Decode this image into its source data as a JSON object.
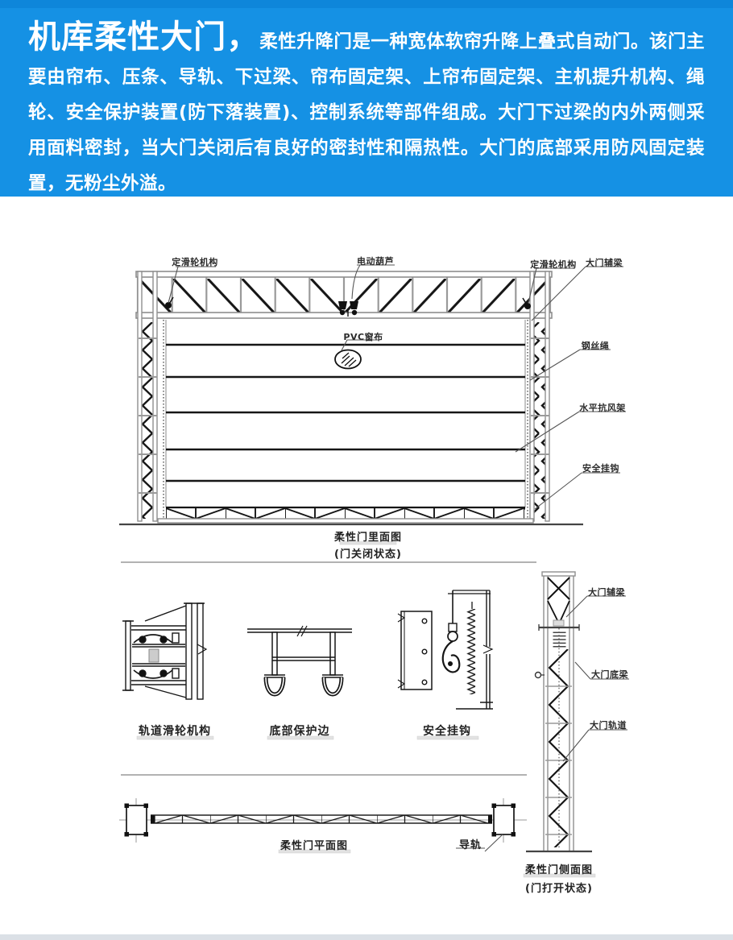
{
  "banner": {
    "title": "机库柔性大门，",
    "body": "柔性升降门是一种宽体软帘升降上叠式自动门。该门主要由帘布、压条、导轨、下过梁、帘布固定架、上帘布固定架、主机提升机构、绳轮、安全保护装置(防下落装置)、控制系统等部件组成。大门下过梁的内外两侧采用面料密封，当大门关闭后有良好的密封性和隔热性。大门的底部采用防风固定装置，无粉尘外溢。"
  },
  "front_view": {
    "label_pulley_left": "定滑轮机构",
    "label_hoist": "电动葫芦",
    "label_pulley_right": "定滑轮机构",
    "label_aux_beam": "大门辅梁",
    "label_pvc_window": "PVC窗布",
    "label_wire_rope": "钢丝绳",
    "label_wind_frame": "水平抗风架",
    "label_safety_hook": "安全挂钩",
    "caption": "柔性门里面图",
    "caption_state": "(门关闭状态)"
  },
  "detail_views": {
    "track_pulley": "轨道滑轮机构",
    "bottom_protect_edge": "底部保护边",
    "safety_hook": "安全挂钩"
  },
  "side_view": {
    "label_aux_beam": "大门辅梁",
    "label_bottom_beam": "大门底梁",
    "label_door_track": "大门轨道",
    "caption": "柔性门侧面图",
    "caption_state": "(门打开状态)"
  },
  "plan_view": {
    "caption": "柔性门平面图",
    "label_rail": "导轨"
  },
  "colors": {
    "banner_blue": "#1591e4",
    "banner_blue_top": "#0e86da",
    "footer_strip": "#dbe0e6",
    "steel_gray": "#8e8e8e",
    "line_black": "#161616",
    "leader_gray": "#555555"
  }
}
